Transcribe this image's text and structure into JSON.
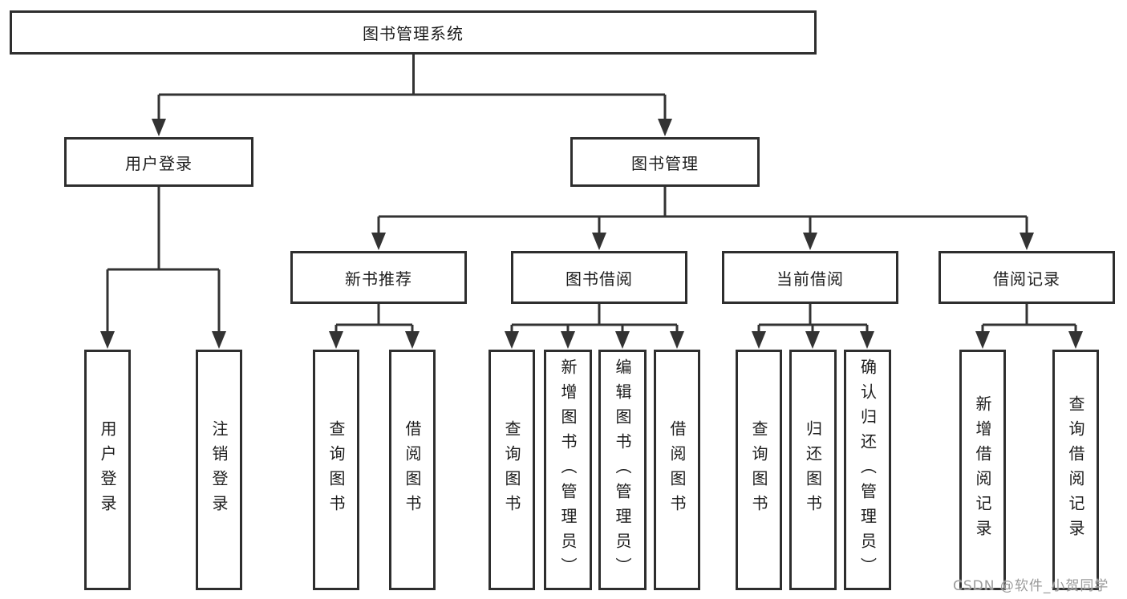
{
  "tree": {
    "root": {
      "label": "图书管理系统"
    },
    "branches": [
      {
        "label": "用户登录",
        "children": [
          {
            "label": "用户登录"
          },
          {
            "label": "注销登录"
          }
        ]
      },
      {
        "label": "图书管理",
        "children": [
          {
            "label": "新书推荐",
            "children": [
              {
                "label": "查询图书"
              },
              {
                "label": "借阅图书"
              }
            ]
          },
          {
            "label": "图书借阅",
            "children": [
              {
                "label": "查询图书"
              },
              {
                "label": "新增图书（管理员）"
              },
              {
                "label": "编辑图书（管理员）"
              },
              {
                "label": "借阅图书"
              }
            ]
          },
          {
            "label": "当前借阅",
            "children": [
              {
                "label": "查询图书"
              },
              {
                "label": "归还图书"
              },
              {
                "label": "确认归还（管理员）"
              }
            ]
          },
          {
            "label": "借阅记录",
            "children": [
              {
                "label": "新增借阅记录"
              },
              {
                "label": "查询借阅记录"
              }
            ]
          }
        ]
      }
    ]
  },
  "watermark": {
    "text": "CSDN @软件_小贺同学"
  },
  "colors": {
    "line": "#333333",
    "box_border": "#2e2e2e",
    "box_fill": "#ffffff",
    "text": "#1d1d1d",
    "watermark": "#9b9b9b",
    "background": "#ffffff"
  }
}
